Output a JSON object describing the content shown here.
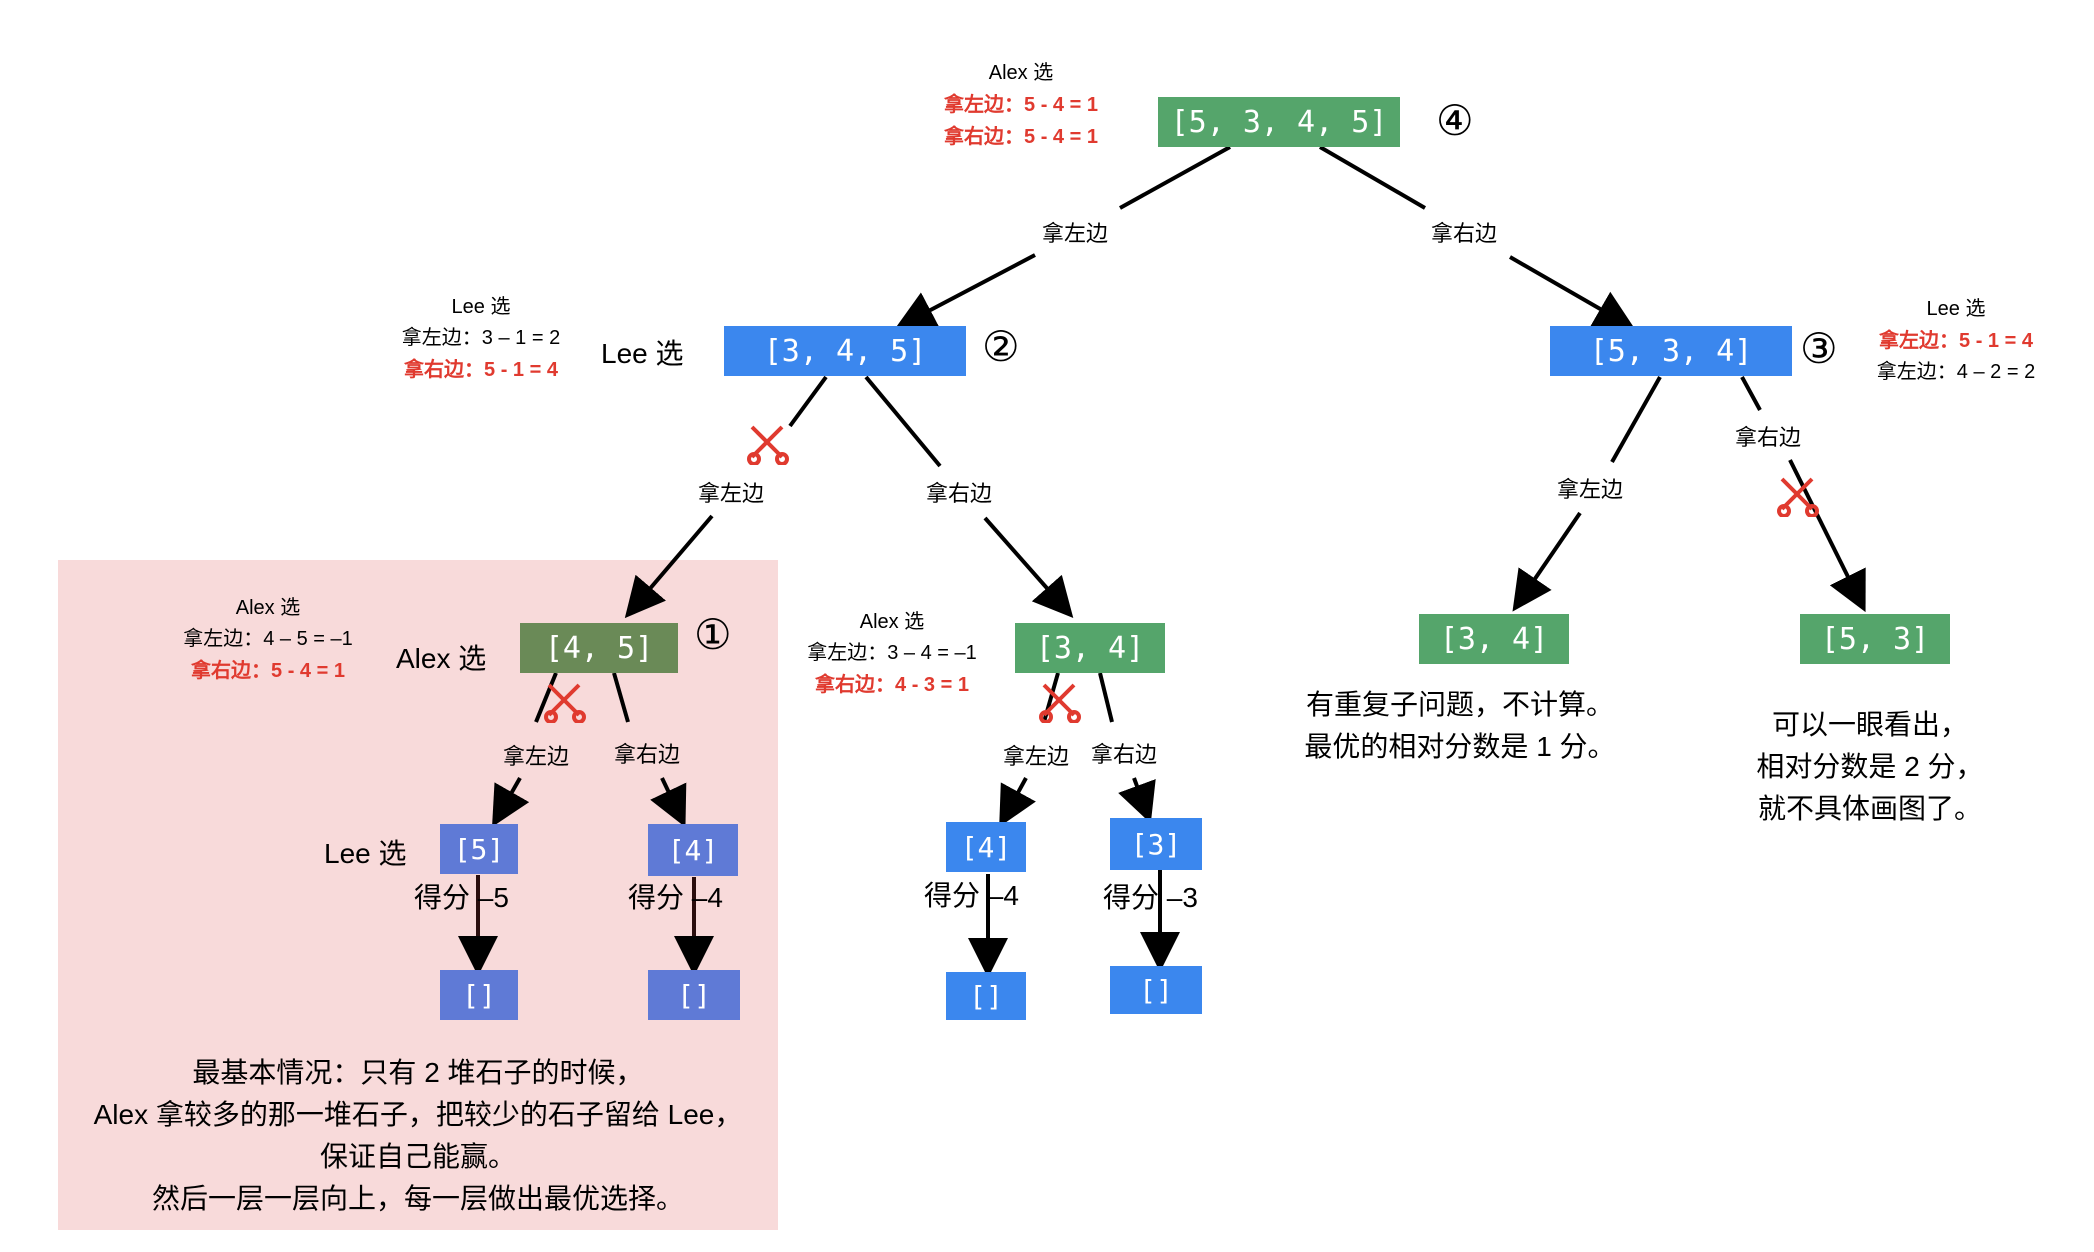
{
  "nodes": {
    "root": "[5, 3, 4, 5]",
    "left": "[3, 4, 5]",
    "right": "[5, 3, 4]",
    "ll": "[4, 5]",
    "lr": "[3, 4]",
    "rl": "[3, 4]",
    "rr": "[5, 3]",
    "lll": "[5]",
    "llr": "[4]",
    "lrl": "[4]",
    "lrr": "[3]",
    "empty": "[]"
  },
  "markers": {
    "one": "①",
    "two": "②",
    "three": "③",
    "four": "④"
  },
  "edge_labels": {
    "take_left": "拿左边",
    "take_right": "拿右边"
  },
  "root_info": {
    "title": "Alex 选",
    "line1": "拿左边：5 - 4 = 1",
    "line2": "拿右边：5 - 4 = 1"
  },
  "left_info": {
    "title": "Lee 选",
    "line1": "拿左边：3 – 1 = 2",
    "line2": "拿右边：5 - 1 = 4",
    "side": "Lee 选"
  },
  "right_info": {
    "title": "Lee 选",
    "line1": "拿左边：5 - 1 = 4",
    "line2": "拿左边：4 – 2 = 2"
  },
  "ll_info": {
    "title": "Alex 选",
    "line1": "拿左边：4 – 5 = –1",
    "line2": "拿右边：5 - 4 = 1",
    "side": "Alex 选"
  },
  "lr_info": {
    "title": "Alex 选",
    "line1": "拿左边：3 – 4 = –1",
    "line2": "拿右边：4 - 3 = 1"
  },
  "leaf_side": "Lee 选",
  "scores": {
    "s1": "得分 –5",
    "s2": "得分 –4",
    "s3": "得分 –4",
    "s4": "得分 –3"
  },
  "notes": {
    "repeat": [
      "有重复子问题，不计算。",
      "最优的相对分数是 1 分。"
    ],
    "glance": [
      "可以一眼看出，",
      "相对分数是 2 分，",
      "就不具体画图了。"
    ],
    "base": [
      "最基本情况：只有 2 堆石子的时候，",
      "Alex 拿较多的那一堆石子，把较少的石子留给 Lee，",
      "保证自己能赢。",
      "然后一层一层向上，每一层做出最优选择。"
    ]
  },
  "colors": {
    "alex_node": "#55a56b",
    "lee_node": "#3b87ee",
    "highlight_text": "#e03a2f",
    "base_panel": "#f8dada"
  }
}
